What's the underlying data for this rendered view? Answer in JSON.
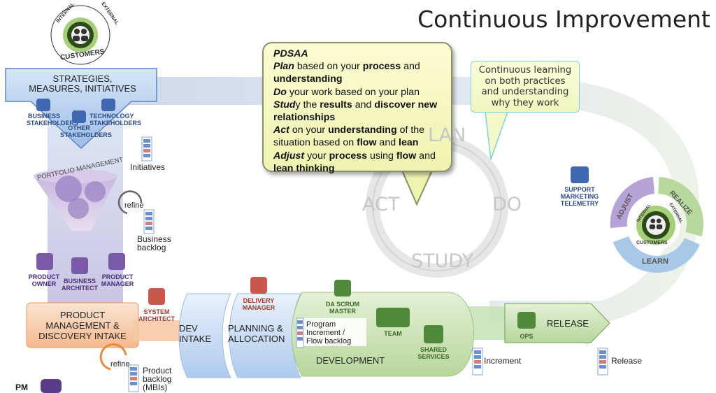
{
  "title": "Continuous Improvement",
  "pdsaa": {
    "heading": "PDSAA",
    "lines": [
      [
        {
          "t": "Plan",
          "s": "bi"
        },
        {
          "t": " based on your ",
          "s": ""
        },
        {
          "t": "process",
          "s": "b"
        },
        {
          "t": " and",
          "s": ""
        }
      ],
      [
        {
          "t": "understanding",
          "s": "b"
        }
      ],
      [
        {
          "t": "Do",
          "s": "bi"
        },
        {
          "t": " your work based on your plan",
          "s": ""
        }
      ],
      [
        {
          "t": "Stud",
          "s": "bi"
        },
        {
          "t": "y the ",
          "s": ""
        },
        {
          "t": "results",
          "s": "b"
        },
        {
          "t": " and ",
          "s": ""
        },
        {
          "t": "discover new",
          "s": "b"
        }
      ],
      [
        {
          "t": "relationships",
          "s": "b"
        }
      ],
      [
        {
          "t": "Act",
          "s": "bi"
        },
        {
          "t": " on your ",
          "s": ""
        },
        {
          "t": "understanding",
          "s": "b"
        },
        {
          "t": " of the",
          "s": ""
        }
      ],
      [
        {
          "t": "situation based on ",
          "s": ""
        },
        {
          "t": "flow",
          "s": "b"
        },
        {
          "t": " and ",
          "s": ""
        },
        {
          "t": "lean",
          "s": "b"
        }
      ],
      [
        {
          "t": "Adjust",
          "s": "bi"
        },
        {
          "t": " your ",
          "s": ""
        },
        {
          "t": "process",
          "s": "b"
        },
        {
          "t": " using ",
          "s": ""
        },
        {
          "t": "flow",
          "s": "b"
        },
        {
          "t": " and",
          "s": ""
        }
      ],
      [
        {
          "t": "lean thinking",
          "s": "b"
        }
      ]
    ]
  },
  "learning_note": "Continuous learning on both practices and understanding why they work",
  "cycle": {
    "plan": "LAN",
    "act": "ACT",
    "do": "DO",
    "study": "STUDY"
  },
  "customers_top": {
    "internal": "INTERNAL",
    "customers": "CUSTOMERS",
    "external": "EXTERNAL"
  },
  "customers_right": {
    "internal": "INTERNAL",
    "customers": "CUSTOMERS",
    "external": "EXTERNAL",
    "adjust": "ADJUST",
    "realize": "REALIZE",
    "learn": "LEARN"
  },
  "strategies": {
    "title_1": "STRATEGIES,",
    "title_2": "MEASURES, INITIATIVES"
  },
  "stakeholders": {
    "business": [
      "BUSINESS",
      "STAKEHOLDERS"
    ],
    "other": [
      "OTHER",
      "STAKEHOLDERS"
    ],
    "technology": [
      "TECHNOLOGY",
      "STAKEHOLDERS"
    ]
  },
  "portfolio": "PORTFOLIO MANAGEMENT",
  "initiatives": "Initiatives",
  "refine_1": "refine",
  "business_backlog": [
    "Business",
    "backlog"
  ],
  "roles": {
    "product_owner": [
      "PRODUCT",
      "OWNER"
    ],
    "business_architect": [
      "BUSINESS",
      "ARCHITECT"
    ],
    "product_manager": [
      "PRODUCT",
      "MANAGER"
    ],
    "system_architect": [
      "SYSTEM",
      "ARCHITECT"
    ],
    "delivery_manager": [
      "DELIVERY",
      "MANAGER"
    ],
    "scrum_master": [
      "DA SCRUM",
      "MASTER"
    ],
    "team": "TEAM",
    "shared_services": [
      "SHARED",
      "SERVICES"
    ],
    "ops": "OPS",
    "support": [
      "SUPPORT",
      "MARKETING",
      "TELEMETRY"
    ]
  },
  "intake": [
    "PRODUCT",
    "MANAGEMENT &",
    "DISCOVERY INTAKE"
  ],
  "dev_intake": [
    "DEV",
    "INTAKE"
  ],
  "planning": [
    "PLANNING &",
    "ALLOCATION"
  ],
  "program_backlog": [
    "Program",
    "Increment /",
    "Flow backlog"
  ],
  "development": "DEVELOPMENT",
  "release": "RELEASE",
  "increment": "Increment",
  "release_item": "Release",
  "refine_2": "refine",
  "product_backlog": [
    "Product",
    "backlog",
    "(MBIs)"
  ],
  "logo_pm": "PM",
  "colors": {
    "accent_blue": "#3f68b0",
    "accent_purple": "#7a5aa8",
    "accent_red": "#c9574d",
    "accent_green": "#4f8a3a",
    "flow_green": "#8fc27a"
  }
}
